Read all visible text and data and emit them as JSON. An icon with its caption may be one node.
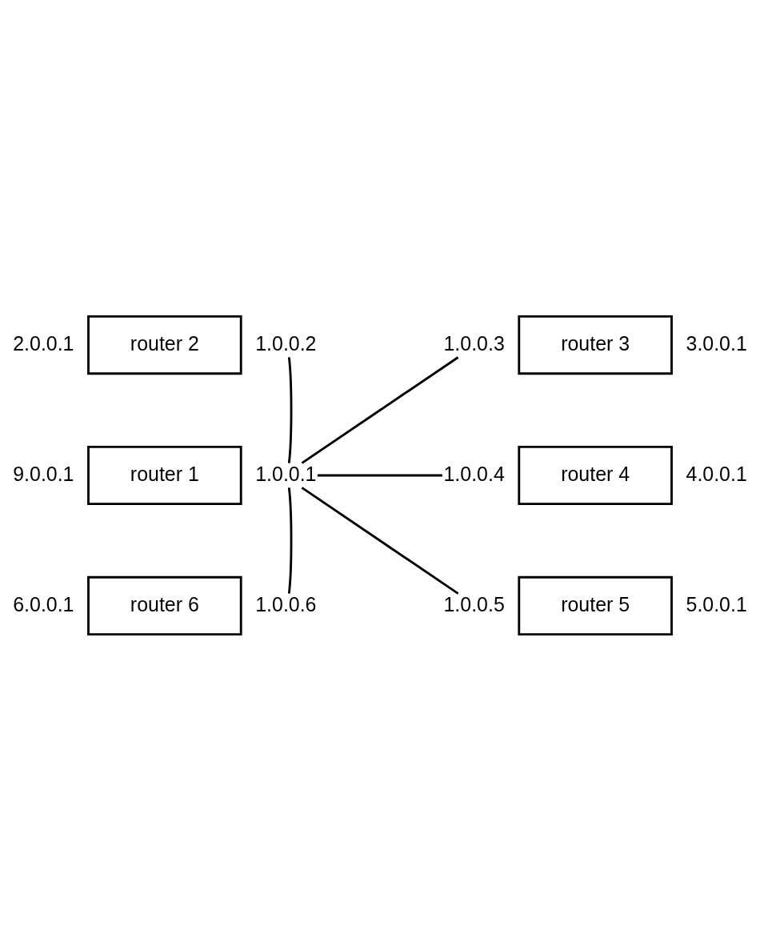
{
  "diagram": {
    "nodes": [
      {
        "text": [
          "router 2"
        ],
        "beside": [
          "2.0.0.1"
        ]
      },
      {
        "text": [
          "1.0.0.2"
        ]
      },
      {
        "text": [
          "1.0.0.3"
        ]
      },
      {
        "text": [
          "router 3"
        ],
        "beside": [
          "3.0.0.1"
        ]
      },
      {
        "text": [
          "router 1"
        ],
        "beside": [
          "9.0.0.1"
        ]
      },
      {
        "text": [
          "1.0.0.1"
        ]
      },
      {
        "text": [
          "1.0.0.4"
        ]
      },
      {
        "text": [
          "router 4"
        ],
        "beside": [
          "4.0.0.1"
        ]
      },
      {
        "text": [
          "router 6"
        ],
        "beside": [
          "6.0.0.1"
        ]
      },
      {
        "text": [
          "1.0.0.6"
        ]
      },
      {
        "text": [
          "1.0.0.5"
        ]
      },
      {
        "text": [
          "router 5"
        ],
        "beside": [
          "5.0.0.1"
        ]
      }
    ],
    "edges": [
      {
        "from": 5,
        "to": 1,
        "arrow": "none"
      },
      {
        "from": 5,
        "to": 2,
        "arrow": "none"
      },
      {
        "from": 5,
        "to": 6,
        "arrow": "none"
      },
      {
        "from": 5,
        "to": 10,
        "arrow": "none"
      },
      {
        "from": 5,
        "to": 9,
        "arrow": "none"
      }
    ]
  }
}
